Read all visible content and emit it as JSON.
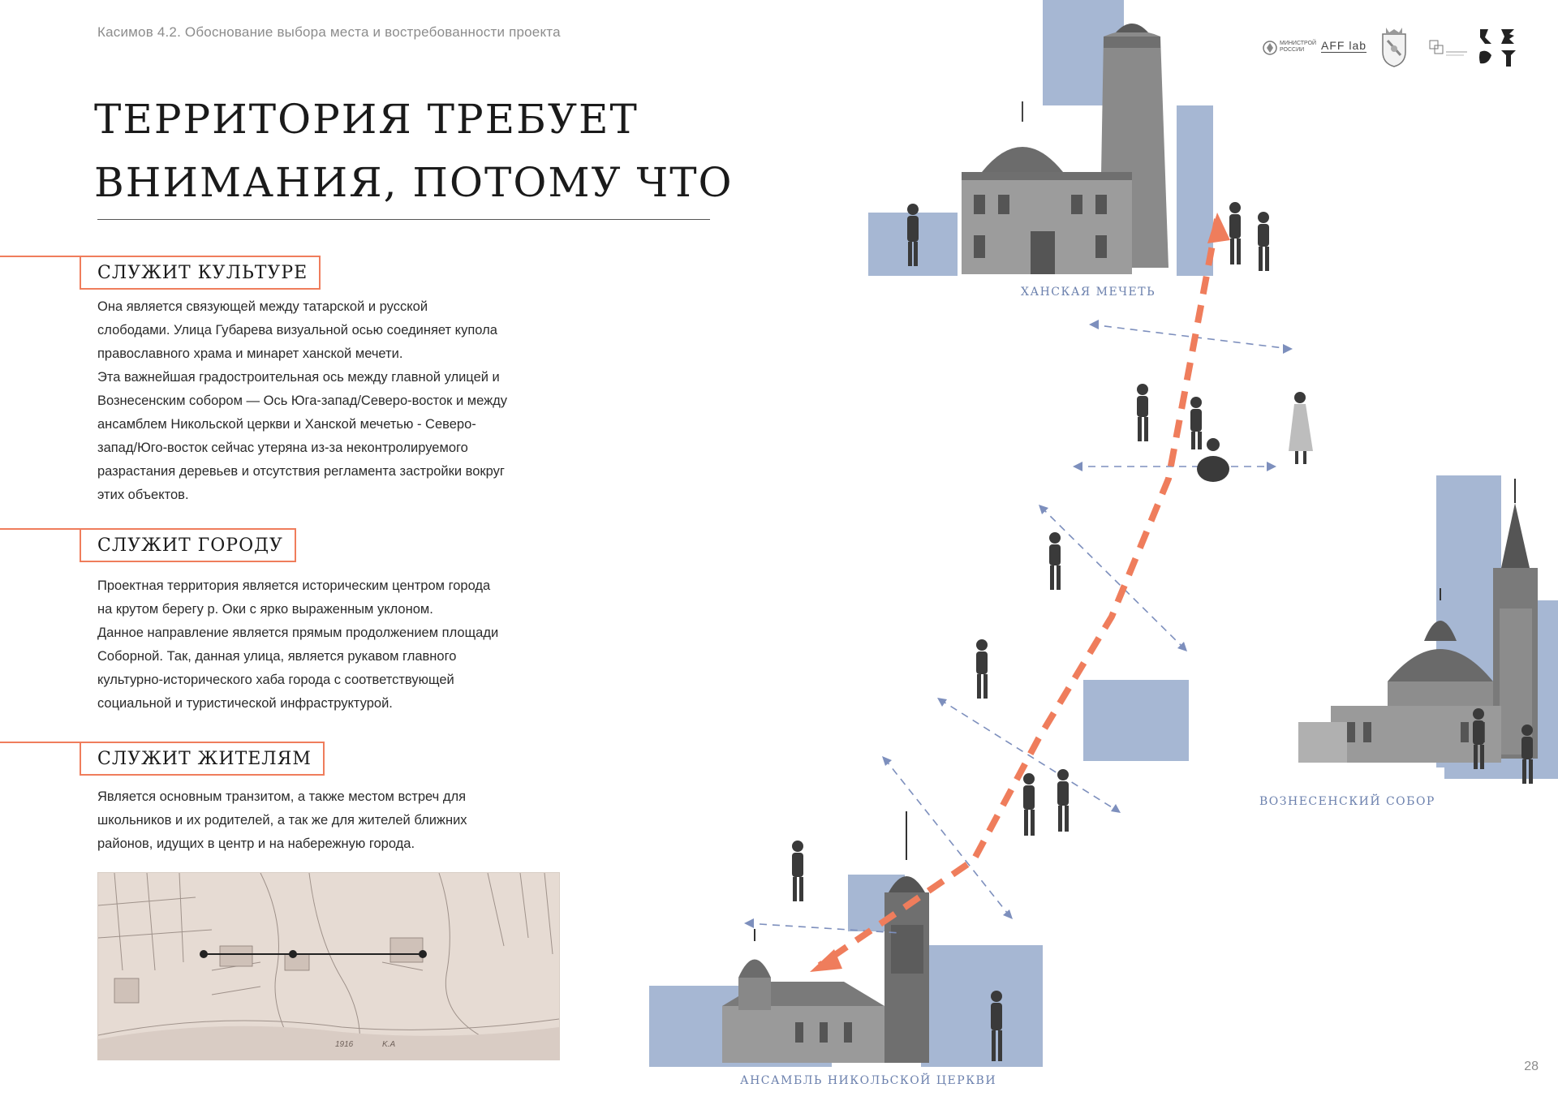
{
  "header": {
    "breadcrumb": "Касимов 4.2. Обоснование выбора места и востребованности проекта"
  },
  "title": {
    "line1": "ТЕРРИТОРИЯ ТРЕБУЕТ",
    "line2": "ВНИМАНИЯ, ПОТОМУ ЧТО"
  },
  "sections": [
    {
      "heading": "СЛУЖИТ КУЛЬТУРЕ",
      "text": "Она является связующей между татарской и русской\nслободами. Улица Губарева визуальной осью соединяет купола\nправославного храма и минарет ханской мечети.\nЭта важнейшая градостроительная ось между главной улицей и\nВознесенским собором — Ось Юга-запад/Северо-восток и между\nансамблем Никольской церкви и Ханской мечетью - Северо-\nзапад/Юго-восток сейчас утеряна из-за неконтролируемого\nразрастания деревьев и отсутствия регламента застройки вокруг\nэтих объектов."
    },
    {
      "heading": "СЛУЖИТ ГОРОДУ",
      "text": "Проектная территория является историческим центром города\nна крутом берегу р. Оки с ярко выраженным уклоном.\nДанное направление является прямым продолжением площади\nСоборной. Так, данная улица, является рукавом главного\nкультурно-исторического хаба города с соответствующей\nсоциальной и туристической инфраструктурой."
    },
    {
      "heading": "СЛУЖИТ ЖИТЕЛЯМ",
      "text": "Является основным транзитом, а также местом встреч для\nшкольников и их родителей, а так же для жителей ближних\nрайонов, идущих в центр и на набережную города."
    }
  ],
  "map": {
    "label_1": "1916",
    "label_2": "K.A"
  },
  "logos": {
    "ministry": "МИНИСТРОЙ РОССИИ",
    "aff": "AFF lab"
  },
  "captions": {
    "mosque": "ХАНСКАЯ МЕЧЕТЬ",
    "cathedral": "ВОЗНЕСЕНСКИЙ СОБОР",
    "church": "АНСАМБЛЬ НИКОЛЬСКОЙ ЦЕРКВИ"
  },
  "page_number": "28",
  "colors": {
    "accent": "#ef7d5c",
    "blue_block": "#a6b7d3",
    "caption": "#6b80ad"
  }
}
